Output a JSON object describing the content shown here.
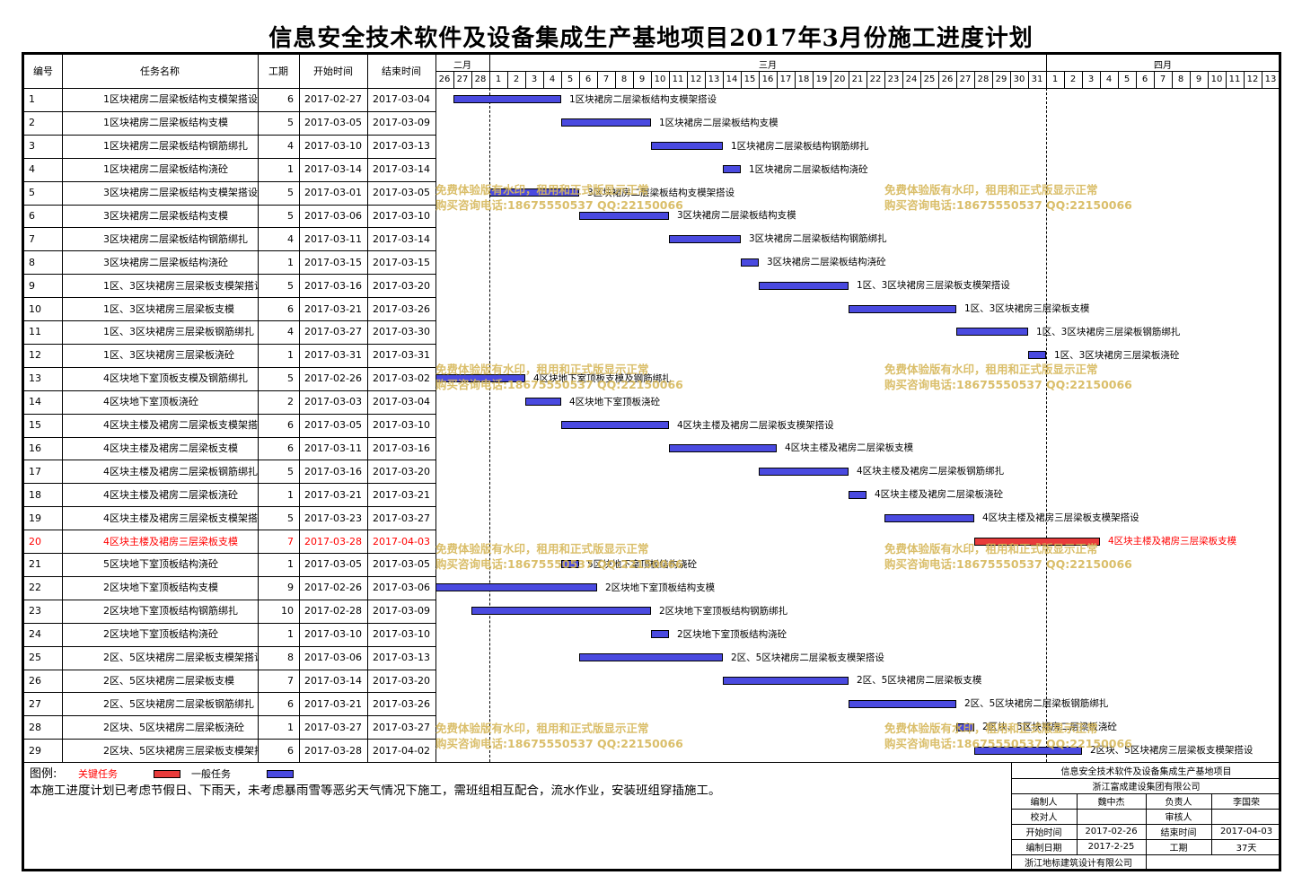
{
  "title": "信息安全技术软件及设备集成生产基地项目2017年3月份施工进度计划",
  "header": {
    "num": "编号",
    "name": "任务名称",
    "dur": "工期",
    "start": "开始时间",
    "end": "结束时间"
  },
  "timeline": {
    "months": [
      {
        "label": "二月",
        "first_index": 0,
        "span": 3
      },
      {
        "label": "三月",
        "first_index": 3,
        "span": 31
      },
      {
        "label": "四月",
        "first_index": 34,
        "span": 13
      }
    ],
    "days": [
      "26",
      "27",
      "28",
      "1",
      "2",
      "3",
      "4",
      "5",
      "6",
      "7",
      "8",
      "9",
      "10",
      "11",
      "12",
      "13",
      "14",
      "15",
      "16",
      "17",
      "18",
      "19",
      "20",
      "21",
      "22",
      "23",
      "24",
      "25",
      "26",
      "27",
      "28",
      "29",
      "30",
      "31",
      "1",
      "2",
      "3",
      "4",
      "5",
      "6",
      "7",
      "8",
      "9",
      "10",
      "11",
      "12",
      "13"
    ],
    "dashed_after_index": [
      2,
      33
    ]
  },
  "chart_data": {
    "type": "gantt",
    "start_date": "2017-02-26",
    "tasks": [
      {
        "id": "1",
        "name": "1区块裙房二层梁板结构支模架搭设",
        "duration": 6,
        "start": "2017-02-27",
        "end": "2017-03-04",
        "critical": false,
        "s": 1,
        "e": 6
      },
      {
        "id": "2",
        "name": "1区块裙房二层梁板结构支模",
        "duration": 5,
        "start": "2017-03-05",
        "end": "2017-03-09",
        "critical": false,
        "s": 7,
        "e": 11
      },
      {
        "id": "3",
        "name": "1区块裙房二层梁板结构钢筋绑扎",
        "duration": 4,
        "start": "2017-03-10",
        "end": "2017-03-13",
        "critical": false,
        "s": 12,
        "e": 15
      },
      {
        "id": "4",
        "name": "1区块裙房二层梁板结构浇砼",
        "duration": 1,
        "start": "2017-03-14",
        "end": "2017-03-14",
        "critical": false,
        "s": 16,
        "e": 16
      },
      {
        "id": "5",
        "name": "3区块裙房二层梁板结构支模架搭设",
        "duration": 5,
        "start": "2017-03-01",
        "end": "2017-03-05",
        "critical": false,
        "s": 3,
        "e": 7
      },
      {
        "id": "6",
        "name": "3区块裙房二层梁板结构支模",
        "duration": 5,
        "start": "2017-03-06",
        "end": "2017-03-10",
        "critical": false,
        "s": 8,
        "e": 12
      },
      {
        "id": "7",
        "name": "3区块裙房二层梁板结构钢筋绑扎",
        "duration": 4,
        "start": "2017-03-11",
        "end": "2017-03-14",
        "critical": false,
        "s": 13,
        "e": 16
      },
      {
        "id": "8",
        "name": "3区块裙房二层梁板结构浇砼",
        "duration": 1,
        "start": "2017-03-15",
        "end": "2017-03-15",
        "critical": false,
        "s": 17,
        "e": 17
      },
      {
        "id": "9",
        "name": "1区、3区块裙房三层梁板支模架搭设",
        "duration": 5,
        "start": "2017-03-16",
        "end": "2017-03-20",
        "critical": false,
        "s": 18,
        "e": 22
      },
      {
        "id": "10",
        "name": "1区、3区块裙房三层梁板支模",
        "duration": 6,
        "start": "2017-03-21",
        "end": "2017-03-26",
        "critical": false,
        "s": 23,
        "e": 28
      },
      {
        "id": "11",
        "name": "1区、3区块裙房三层梁板钢筋绑扎",
        "duration": 4,
        "start": "2017-03-27",
        "end": "2017-03-30",
        "critical": false,
        "s": 29,
        "e": 32
      },
      {
        "id": "12",
        "name": "1区、3区块裙房三层梁板浇砼",
        "duration": 1,
        "start": "2017-03-31",
        "end": "2017-03-31",
        "critical": false,
        "s": 33,
        "e": 33
      },
      {
        "id": "13",
        "name": "4区块地下室顶板支模及钢筋绑扎",
        "duration": 5,
        "start": "2017-02-26",
        "end": "2017-03-02",
        "critical": false,
        "s": 0,
        "e": 4
      },
      {
        "id": "14",
        "name": "4区块地下室顶板浇砼",
        "duration": 2,
        "start": "2017-03-03",
        "end": "2017-03-04",
        "critical": false,
        "s": 5,
        "e": 6
      },
      {
        "id": "15",
        "name": "4区块主楼及裙房二层梁板支模架搭设",
        "duration": 6,
        "start": "2017-03-05",
        "end": "2017-03-10",
        "critical": false,
        "s": 7,
        "e": 12
      },
      {
        "id": "16",
        "name": "4区块主楼及裙房二层梁板支模",
        "duration": 6,
        "start": "2017-03-11",
        "end": "2017-03-16",
        "critical": false,
        "s": 13,
        "e": 18
      },
      {
        "id": "17",
        "name": "4区块主楼及裙房二层梁板钢筋绑扎",
        "duration": 5,
        "start": "2017-03-16",
        "end": "2017-03-20",
        "critical": false,
        "s": 18,
        "e": 22
      },
      {
        "id": "18",
        "name": "4区块主楼及裙房二层梁板浇砼",
        "duration": 1,
        "start": "2017-03-21",
        "end": "2017-03-21",
        "critical": false,
        "s": 23,
        "e": 23
      },
      {
        "id": "19",
        "name": "4区块主楼及裙房三层梁板支模架搭设",
        "duration": 5,
        "start": "2017-03-23",
        "end": "2017-03-27",
        "critical": false,
        "s": 25,
        "e": 29
      },
      {
        "id": "20",
        "name": "4区块主楼及裙房三层梁板支模",
        "duration": 7,
        "start": "2017-03-28",
        "end": "2017-04-03",
        "critical": true,
        "s": 30,
        "e": 36
      },
      {
        "id": "21",
        "name": "5区块地下室顶板结构浇砼",
        "duration": 1,
        "start": "2017-03-05",
        "end": "2017-03-05",
        "critical": false,
        "s": 7,
        "e": 7
      },
      {
        "id": "22",
        "name": "2区块地下室顶板结构支模",
        "duration": 9,
        "start": "2017-02-26",
        "end": "2017-03-06",
        "critical": false,
        "s": 0,
        "e": 8
      },
      {
        "id": "23",
        "name": "2区块地下室顶板结构钢筋绑扎",
        "duration": 10,
        "start": "2017-02-28",
        "end": "2017-03-09",
        "critical": false,
        "s": 2,
        "e": 11
      },
      {
        "id": "24",
        "name": "2区块地下室顶板结构浇砼",
        "duration": 1,
        "start": "2017-03-10",
        "end": "2017-03-10",
        "critical": false,
        "s": 12,
        "e": 12
      },
      {
        "id": "25",
        "name": "2区、5区块裙房二层梁板支模架搭设",
        "duration": 8,
        "start": "2017-03-06",
        "end": "2017-03-13",
        "critical": false,
        "s": 8,
        "e": 15
      },
      {
        "id": "26",
        "name": "2区、5区块裙房二层梁板支模",
        "duration": 7,
        "start": "2017-03-14",
        "end": "2017-03-20",
        "critical": false,
        "s": 16,
        "e": 22
      },
      {
        "id": "27",
        "name": "2区、5区块裙房二层梁板钢筋绑扎",
        "duration": 6,
        "start": "2017-03-21",
        "end": "2017-03-26",
        "critical": false,
        "s": 23,
        "e": 28
      },
      {
        "id": "28",
        "name": "2区块、5区块裙房二层梁板浇砼",
        "duration": 1,
        "start": "2017-03-27",
        "end": "2017-03-27",
        "critical": false,
        "s": 29,
        "e": 29
      },
      {
        "id": "29",
        "name": "2区块、5区块裙房三层梁板支模架搭设",
        "duration": 6,
        "start": "2017-03-28",
        "end": "2017-04-02",
        "critical": false,
        "s": 30,
        "e": 35
      }
    ]
  },
  "watermark": {
    "line1": "免费体验版有水印，租用和正式版显示正常",
    "line2": "购买咨询电话:18675550537 QQ:22150066"
  },
  "legend": {
    "title": "图例:",
    "critical_label": "关键任务",
    "normal_label": "一般任务",
    "note": "本施工进度计划已考虑节假日、下雨天，未考虑暴雨雪等恶劣天气情况下施工，需班组相互配合，流水作业，安装班组穿插施工。",
    "critical_color": "#e83b3b",
    "normal_color": "#4a4ae0"
  },
  "titleblock": {
    "project": "信息安全技术软件及设备集成生产基地项目",
    "company": "浙江富成建设集团有限公司",
    "prepared_by_label": "编制人",
    "prepared_by": "魏中杰",
    "responsible_label": "负责人",
    "responsible": "李国荣",
    "checked_by_label": "校对人",
    "checked_by": "",
    "reviewer_label": "审核人",
    "reviewer": "",
    "start_label": "开始时间",
    "start": "2017-02-26",
    "end_label": "结束时间",
    "end": "2017-04-03",
    "compiled_label": "编制日期",
    "compiled": "2017-2-25",
    "duration_label": "工期",
    "duration": "37天",
    "designer": "浙江地标建筑设计有限公司"
  }
}
